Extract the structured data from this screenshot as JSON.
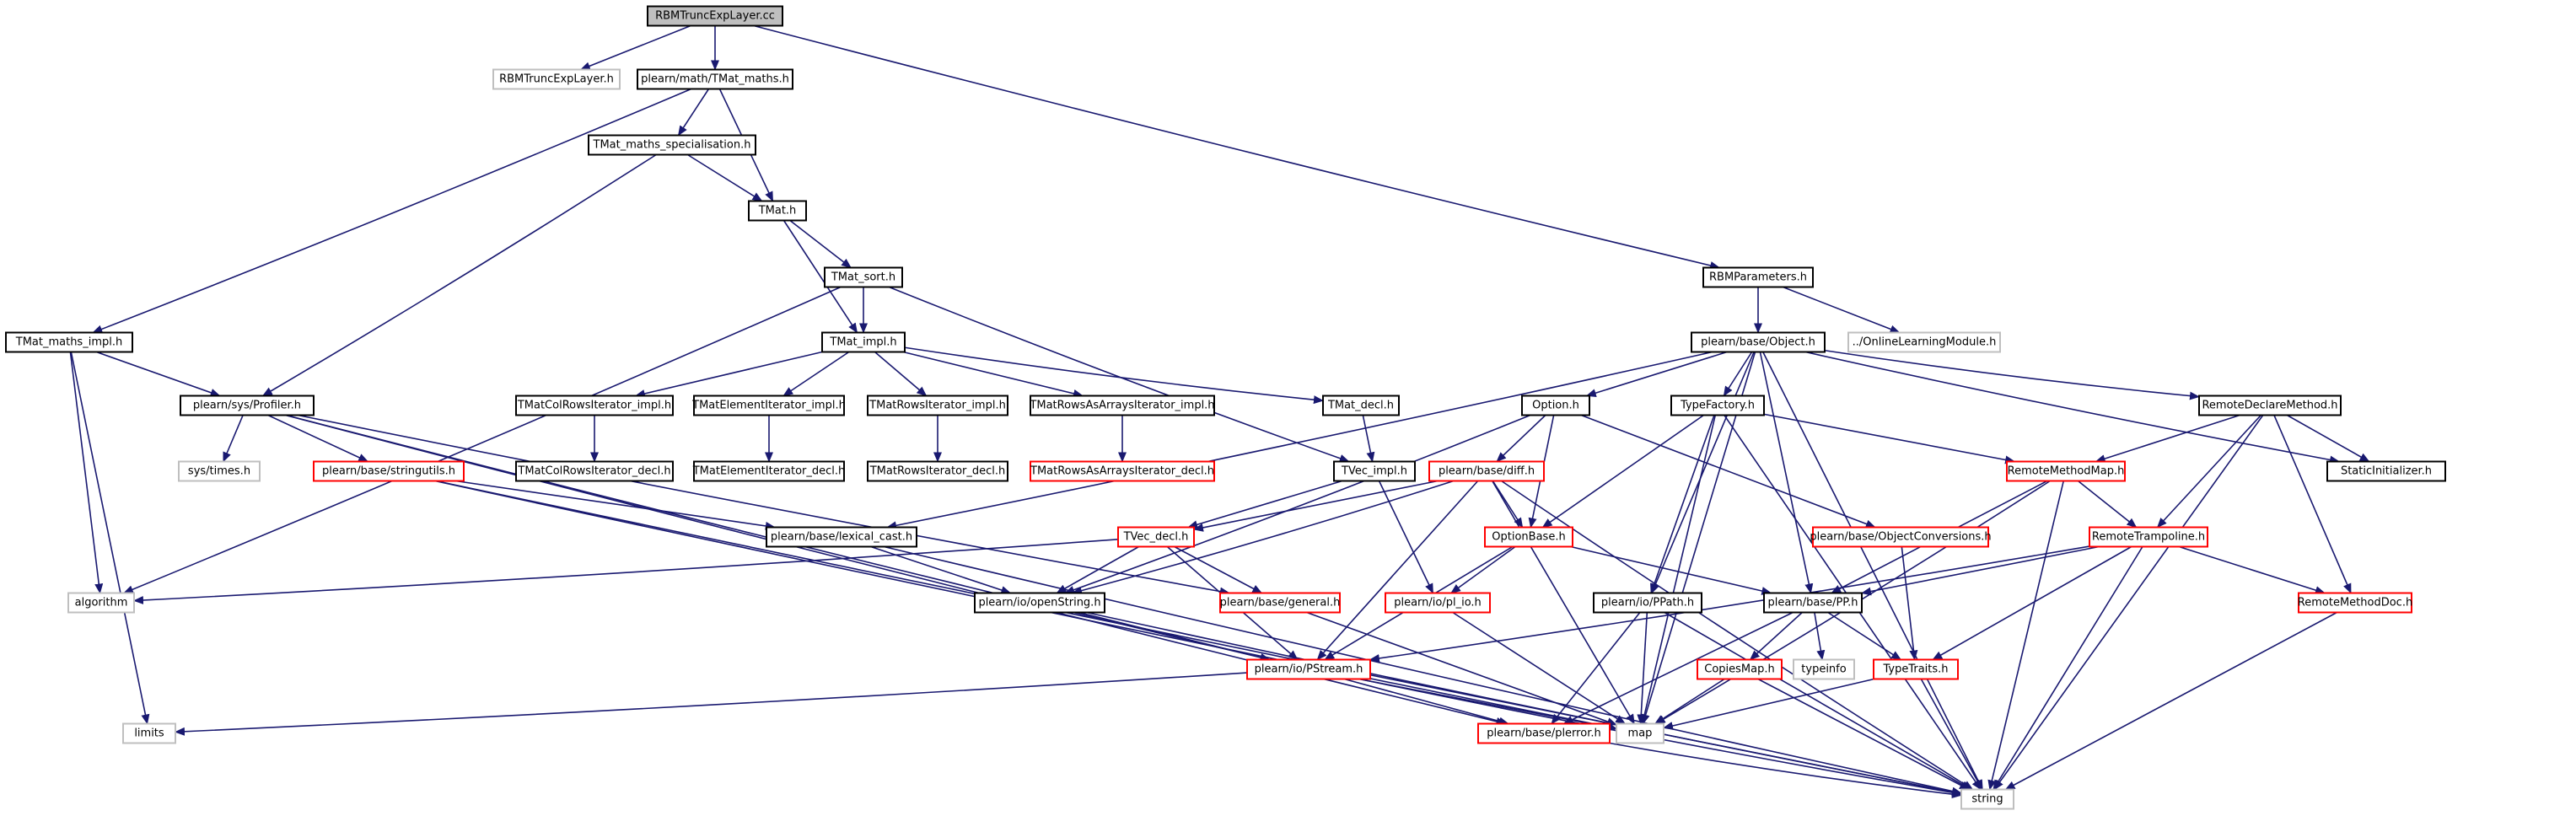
{
  "colors": {
    "edge": "#191970",
    "node_normal": "#000000",
    "node_broken": "#ff0000",
    "node_external": "#bfbfbf",
    "node_root_fill": "#bfbfbf",
    "background": "#ffffff"
  },
  "nodes": [
    {
      "id": "root",
      "label": "RBMTruncExpLayer.cc",
      "kind": "root"
    },
    {
      "id": "rbmtruncexplayer_h",
      "label": "RBMTruncExpLayer.h",
      "kind": "external"
    },
    {
      "id": "tmat_maths_h",
      "label": "plearn/math/TMat_maths.h",
      "kind": "normal"
    },
    {
      "id": "tmat_maths_spec",
      "label": "TMat_maths_specialisation.h",
      "kind": "normal"
    },
    {
      "id": "tmat_h",
      "label": "TMat.h",
      "kind": "normal"
    },
    {
      "id": "tmat_sort",
      "label": "TMat_sort.h",
      "kind": "normal"
    },
    {
      "id": "rbmparameters",
      "label": "RBMParameters.h",
      "kind": "normal"
    },
    {
      "id": "onlinelearning",
      "label": "../OnlineLearningModule.h",
      "kind": "external"
    },
    {
      "id": "tmat_maths_impl",
      "label": "TMat_maths_impl.h",
      "kind": "normal"
    },
    {
      "id": "tmat_impl",
      "label": "TMat_impl.h",
      "kind": "normal"
    },
    {
      "id": "object_h",
      "label": "plearn/base/Object.h",
      "kind": "normal"
    },
    {
      "id": "profiler",
      "label": "plearn/sys/Profiler.h",
      "kind": "normal"
    },
    {
      "id": "colrows_impl",
      "label": "TMatColRowsIterator_impl.h",
      "kind": "normal"
    },
    {
      "id": "elem_impl",
      "label": "TMatElementIterator_impl.h",
      "kind": "normal"
    },
    {
      "id": "rows_impl",
      "label": "TMatRowsIterator_impl.h",
      "kind": "normal"
    },
    {
      "id": "rowsarr_impl",
      "label": "TMatRowsAsArraysIterator_impl.h",
      "kind": "normal"
    },
    {
      "id": "tmat_decl",
      "label": "TMat_decl.h",
      "kind": "normal"
    },
    {
      "id": "option_h",
      "label": "Option.h",
      "kind": "normal"
    },
    {
      "id": "typefactory",
      "label": "TypeFactory.h",
      "kind": "normal"
    },
    {
      "id": "remotedeclare",
      "label": "RemoteDeclareMethod.h",
      "kind": "normal"
    },
    {
      "id": "systimes",
      "label": "sys/times.h",
      "kind": "external"
    },
    {
      "id": "stringutils",
      "label": "plearn/base/stringutils.h",
      "kind": "broken"
    },
    {
      "id": "colrows_decl",
      "label": "TMatColRowsIterator_decl.h",
      "kind": "normal"
    },
    {
      "id": "elem_decl",
      "label": "TMatElementIterator_decl.h",
      "kind": "normal"
    },
    {
      "id": "rows_decl",
      "label": "TMatRowsIterator_decl.h",
      "kind": "normal"
    },
    {
      "id": "rowsarr_decl",
      "label": "TMatRowsAsArraysIterator_decl.h",
      "kind": "broken"
    },
    {
      "id": "tvec_impl",
      "label": "TVec_impl.h",
      "kind": "normal"
    },
    {
      "id": "diff_h",
      "label": "plearn/base/diff.h",
      "kind": "broken"
    },
    {
      "id": "remotemethodmap",
      "label": "RemoteMethodMap.h",
      "kind": "broken"
    },
    {
      "id": "staticinit",
      "label": "StaticInitializer.h",
      "kind": "normal"
    },
    {
      "id": "lexical_cast",
      "label": "plearn/base/lexical_cast.h",
      "kind": "normal"
    },
    {
      "id": "optionbase",
      "label": "OptionBase.h",
      "kind": "broken"
    },
    {
      "id": "objconv",
      "label": "plearn/base/ObjectConversions.h",
      "kind": "broken"
    },
    {
      "id": "remotetrampoline",
      "label": "RemoteTrampoline.h",
      "kind": "broken"
    },
    {
      "id": "tvec_decl",
      "label": "TVec_decl.h",
      "kind": "broken"
    },
    {
      "id": "algorithm",
      "label": "algorithm",
      "kind": "external"
    },
    {
      "id": "openstring",
      "label": "plearn/io/openString.h",
      "kind": "normal"
    },
    {
      "id": "general",
      "label": "plearn/base/general.h",
      "kind": "broken"
    },
    {
      "id": "pl_io",
      "label": "plearn/io/pl_io.h",
      "kind": "broken"
    },
    {
      "id": "ppath",
      "label": "plearn/io/PPath.h",
      "kind": "normal"
    },
    {
      "id": "pp_h",
      "label": "plearn/base/PP.h",
      "kind": "normal"
    },
    {
      "id": "remotemethoddoc",
      "label": "RemoteMethodDoc.h",
      "kind": "broken"
    },
    {
      "id": "pstream",
      "label": "plearn/io/PStream.h",
      "kind": "broken"
    },
    {
      "id": "copiesmap",
      "label": "CopiesMap.h",
      "kind": "broken"
    },
    {
      "id": "typeinfo",
      "label": "typeinfo",
      "kind": "external"
    },
    {
      "id": "typetraits",
      "label": "TypeTraits.h",
      "kind": "broken"
    },
    {
      "id": "limits",
      "label": "limits",
      "kind": "external"
    },
    {
      "id": "plerror",
      "label": "plearn/base/plerror.h",
      "kind": "broken"
    },
    {
      "id": "map",
      "label": "map",
      "kind": "external"
    },
    {
      "id": "string",
      "label": "string",
      "kind": "external"
    }
  ],
  "edges": [
    [
      "root",
      "rbmtruncexplayer_h"
    ],
    [
      "root",
      "tmat_maths_h"
    ],
    [
      "root",
      "rbmparameters"
    ],
    [
      "tmat_maths_h",
      "tmat_maths_spec"
    ],
    [
      "tmat_maths_h",
      "tmat_h"
    ],
    [
      "tmat_maths_h",
      "tmat_maths_impl"
    ],
    [
      "tmat_maths_spec",
      "tmat_h"
    ],
    [
      "tmat_maths_spec",
      "profiler"
    ],
    [
      "tmat_h",
      "tmat_sort"
    ],
    [
      "tmat_h",
      "tmat_impl"
    ],
    [
      "tmat_sort",
      "tmat_impl"
    ],
    [
      "tmat_sort",
      "algorithm"
    ],
    [
      "tmat_sort",
      "tvec_impl"
    ],
    [
      "tmat_maths_impl",
      "profiler"
    ],
    [
      "tmat_maths_impl",
      "algorithm"
    ],
    [
      "tmat_maths_impl",
      "limits"
    ],
    [
      "tmat_impl",
      "colrows_impl"
    ],
    [
      "tmat_impl",
      "elem_impl"
    ],
    [
      "tmat_impl",
      "rows_impl"
    ],
    [
      "tmat_impl",
      "rowsarr_impl"
    ],
    [
      "tmat_impl",
      "tmat_decl"
    ],
    [
      "colrows_impl",
      "colrows_decl"
    ],
    [
      "elem_impl",
      "elem_decl"
    ],
    [
      "rows_impl",
      "rows_decl"
    ],
    [
      "rowsarr_impl",
      "rowsarr_decl"
    ],
    [
      "tmat_decl",
      "tvec_impl"
    ],
    [
      "rbmparameters",
      "object_h"
    ],
    [
      "rbmparameters",
      "onlinelearning"
    ],
    [
      "object_h",
      "option_h"
    ],
    [
      "object_h",
      "typefactory"
    ],
    [
      "object_h",
      "remotedeclare"
    ],
    [
      "object_h",
      "staticinit"
    ],
    [
      "object_h",
      "ppath"
    ],
    [
      "object_h",
      "pp_h"
    ],
    [
      "object_h",
      "map"
    ],
    [
      "object_h",
      "string"
    ],
    [
      "object_h",
      "lexical_cast"
    ],
    [
      "profiler",
      "systimes"
    ],
    [
      "profiler",
      "stringutils"
    ],
    [
      "profiler",
      "pstream"
    ],
    [
      "profiler",
      "plerror"
    ],
    [
      "profiler",
      "general"
    ],
    [
      "stringutils",
      "lexical_cast"
    ],
    [
      "stringutils",
      "map"
    ],
    [
      "stringutils",
      "string"
    ],
    [
      "tvec_impl",
      "tvec_decl"
    ],
    [
      "tvec_impl",
      "pl_io"
    ],
    [
      "option_h",
      "diff_h"
    ],
    [
      "option_h",
      "optionbase"
    ],
    [
      "option_h",
      "objconv"
    ],
    [
      "option_h",
      "openstring"
    ],
    [
      "diff_h",
      "optionbase"
    ],
    [
      "diff_h",
      "tvec_decl"
    ],
    [
      "diff_h",
      "pstream"
    ],
    [
      "diff_h",
      "map"
    ],
    [
      "diff_h",
      "string"
    ],
    [
      "diff_h",
      "openstring"
    ],
    [
      "typefactory",
      "optionbase"
    ],
    [
      "typefactory",
      "ppath"
    ],
    [
      "typefactory",
      "map"
    ],
    [
      "typefactory",
      "remotemethodmap"
    ],
    [
      "typefactory",
      "string"
    ],
    [
      "remotedeclare",
      "remotemethodmap"
    ],
    [
      "remotedeclare",
      "remotetrampoline"
    ],
    [
      "remotedeclare",
      "remotemethoddoc"
    ],
    [
      "remotedeclare",
      "staticinit"
    ],
    [
      "remotedeclare",
      "string"
    ],
    [
      "remotemethodmap",
      "remotetrampoline"
    ],
    [
      "remotemethodmap",
      "pp_h"
    ],
    [
      "remotemethodmap",
      "map"
    ],
    [
      "remotemethodmap",
      "string"
    ],
    [
      "remotetrampoline",
      "pp_h"
    ],
    [
      "remotetrampoline",
      "typetraits"
    ],
    [
      "remotetrampoline",
      "remotemethoddoc"
    ],
    [
      "remotetrampoline",
      "pstream"
    ],
    [
      "remotetrampoline",
      "string"
    ],
    [
      "lexical_cast",
      "openstring"
    ],
    [
      "lexical_cast",
      "string"
    ],
    [
      "optionbase",
      "pstream"
    ],
    [
      "optionbase",
      "pl_io"
    ],
    [
      "optionbase",
      "pp_h"
    ],
    [
      "objconv",
      "typetraits"
    ],
    [
      "tvec_decl",
      "algorithm"
    ],
    [
      "tvec_decl",
      "openstring"
    ],
    [
      "tvec_decl",
      "general"
    ],
    [
      "tvec_decl",
      "pstream"
    ],
    [
      "openstring",
      "pstream"
    ],
    [
      "openstring",
      "string"
    ],
    [
      "general",
      "map"
    ],
    [
      "pl_io",
      "map"
    ],
    [
      "ppath",
      "map"
    ],
    [
      "ppath",
      "string"
    ],
    [
      "ppath",
      "plerror"
    ],
    [
      "pp_h",
      "copiesmap"
    ],
    [
      "pp_h",
      "typeinfo"
    ],
    [
      "pp_h",
      "typetraits"
    ],
    [
      "pp_h",
      "plerror"
    ],
    [
      "remotemethoddoc",
      "string"
    ],
    [
      "pstream",
      "limits"
    ],
    [
      "pstream",
      "map"
    ],
    [
      "pstream",
      "plerror"
    ],
    [
      "pstream",
      "string"
    ],
    [
      "copiesmap",
      "map"
    ],
    [
      "copiesmap",
      "string"
    ],
    [
      "typetraits",
      "map"
    ],
    [
      "typetraits",
      "string"
    ],
    [
      "plerror",
      "string"
    ]
  ]
}
